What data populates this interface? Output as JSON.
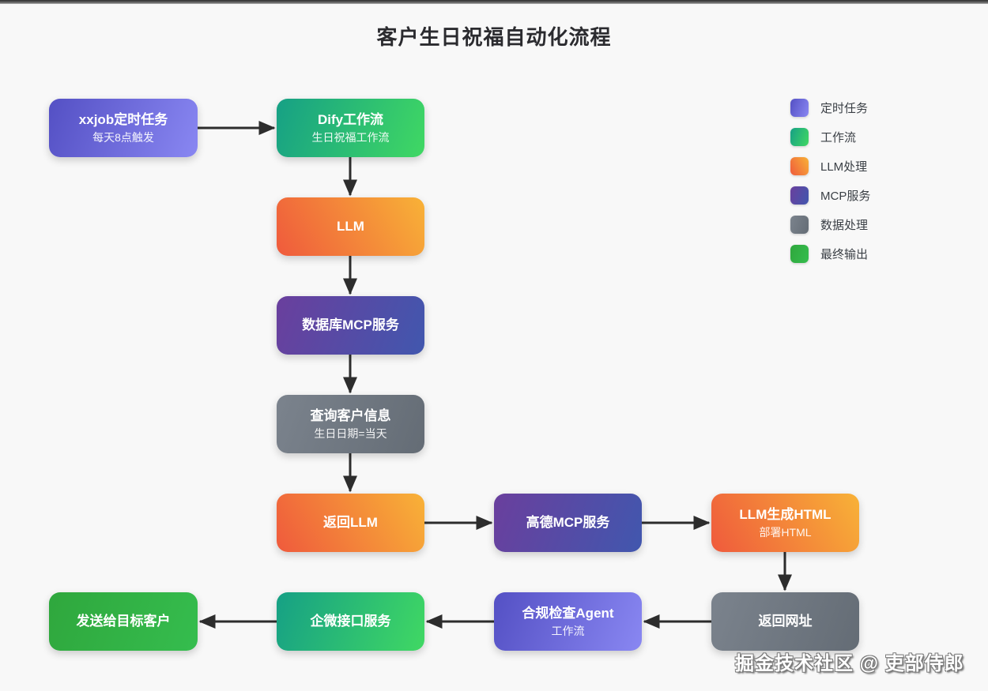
{
  "page": {
    "title": "客户生日祝福自动化流程",
    "watermark": "掘金技术社区 @ 吏部侍郎"
  },
  "colors": {
    "background": "#f8f8f8",
    "arrow": "#2d2d2d",
    "title_text": "#2b2b2f",
    "timer_gradient": [
      "#5450c4",
      "#8987f2"
    ],
    "workflow_gradient": [
      "#16a085",
      "#40d863"
    ],
    "llm_gradient": [
      "#ef5a3c",
      "#f8b237"
    ],
    "mcp_gradient": [
      "#6a3f9d",
      "#4157ae"
    ],
    "data_gradient": [
      "#7b838d",
      "#646c75"
    ],
    "output_gradient": [
      "#2fa73d",
      "#35bd4e"
    ]
  },
  "nodes": [
    {
      "title": "xxjob定时任务",
      "subtitle": "每天8点触发",
      "type": "定时任务"
    },
    {
      "title": "Dify工作流",
      "subtitle": "生日祝福工作流",
      "type": "工作流"
    },
    {
      "title": "LLM",
      "subtitle": "",
      "type": "LLM处理"
    },
    {
      "title": "数据库MCP服务",
      "subtitle": "",
      "type": "MCP服务"
    },
    {
      "title": "查询客户信息",
      "subtitle": "生日日期=当天",
      "type": "数据处理"
    },
    {
      "title": "返回LLM",
      "subtitle": "",
      "type": "LLM处理"
    },
    {
      "title": "高德MCP服务",
      "subtitle": "",
      "type": "MCP服务"
    },
    {
      "title": "LLM生成HTML",
      "subtitle": "部署HTML",
      "type": "LLM处理"
    },
    {
      "title": "返回网址",
      "subtitle": "",
      "type": "数据处理"
    },
    {
      "title": "合规检查Agent",
      "subtitle": "工作流",
      "type": "定时任务"
    },
    {
      "title": "企微接口服务",
      "subtitle": "",
      "type": "工作流"
    },
    {
      "title": "发送给目标客户",
      "subtitle": "",
      "type": "最终输出"
    }
  ],
  "legend": {
    "items": [
      {
        "label": "定时任务"
      },
      {
        "label": "工作流"
      },
      {
        "label": "LLM处理"
      },
      {
        "label": "MCP服务"
      },
      {
        "label": "数据处理"
      },
      {
        "label": "最终输出"
      }
    ]
  }
}
